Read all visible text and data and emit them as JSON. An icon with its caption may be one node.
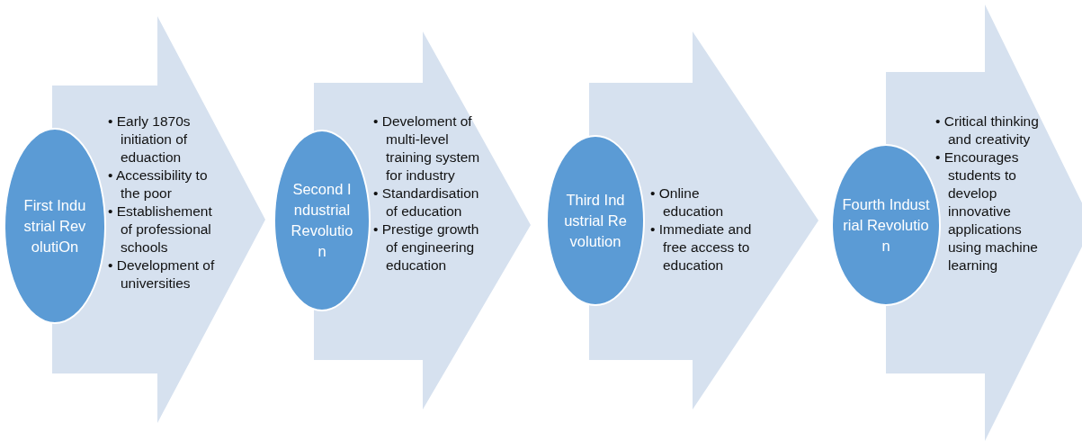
{
  "diagram": {
    "nodes": [
      {
        "text": [
          "• Early 1870s initiation of eduaction",
          "• Accessibility to the poor",
          "• Establishement of professional schools",
          "• Development of universities"
        ]
      },
      {
        "text": [
          "First Industrial RevolutiOn"
        ]
      },
      {
        "text": [
          "• Develoment of multi-level training system for industry",
          "• Standardisation of education",
          "• Prestige growth of engineering education"
        ]
      },
      {
        "text": [
          "Second Industrial Revolution"
        ]
      },
      {
        "text": [
          "• Online education",
          "• Immediate and free access to education"
        ]
      },
      {
        "text": [
          "Third Industrial Revolution"
        ]
      },
      {
        "text": [
          "• Critical thinking and creativity",
          "• Encourages students to develop innovative applications using machine learning"
        ]
      },
      {
        "text": [
          "Fourth Industrial Revolution"
        ]
      }
    ]
  }
}
